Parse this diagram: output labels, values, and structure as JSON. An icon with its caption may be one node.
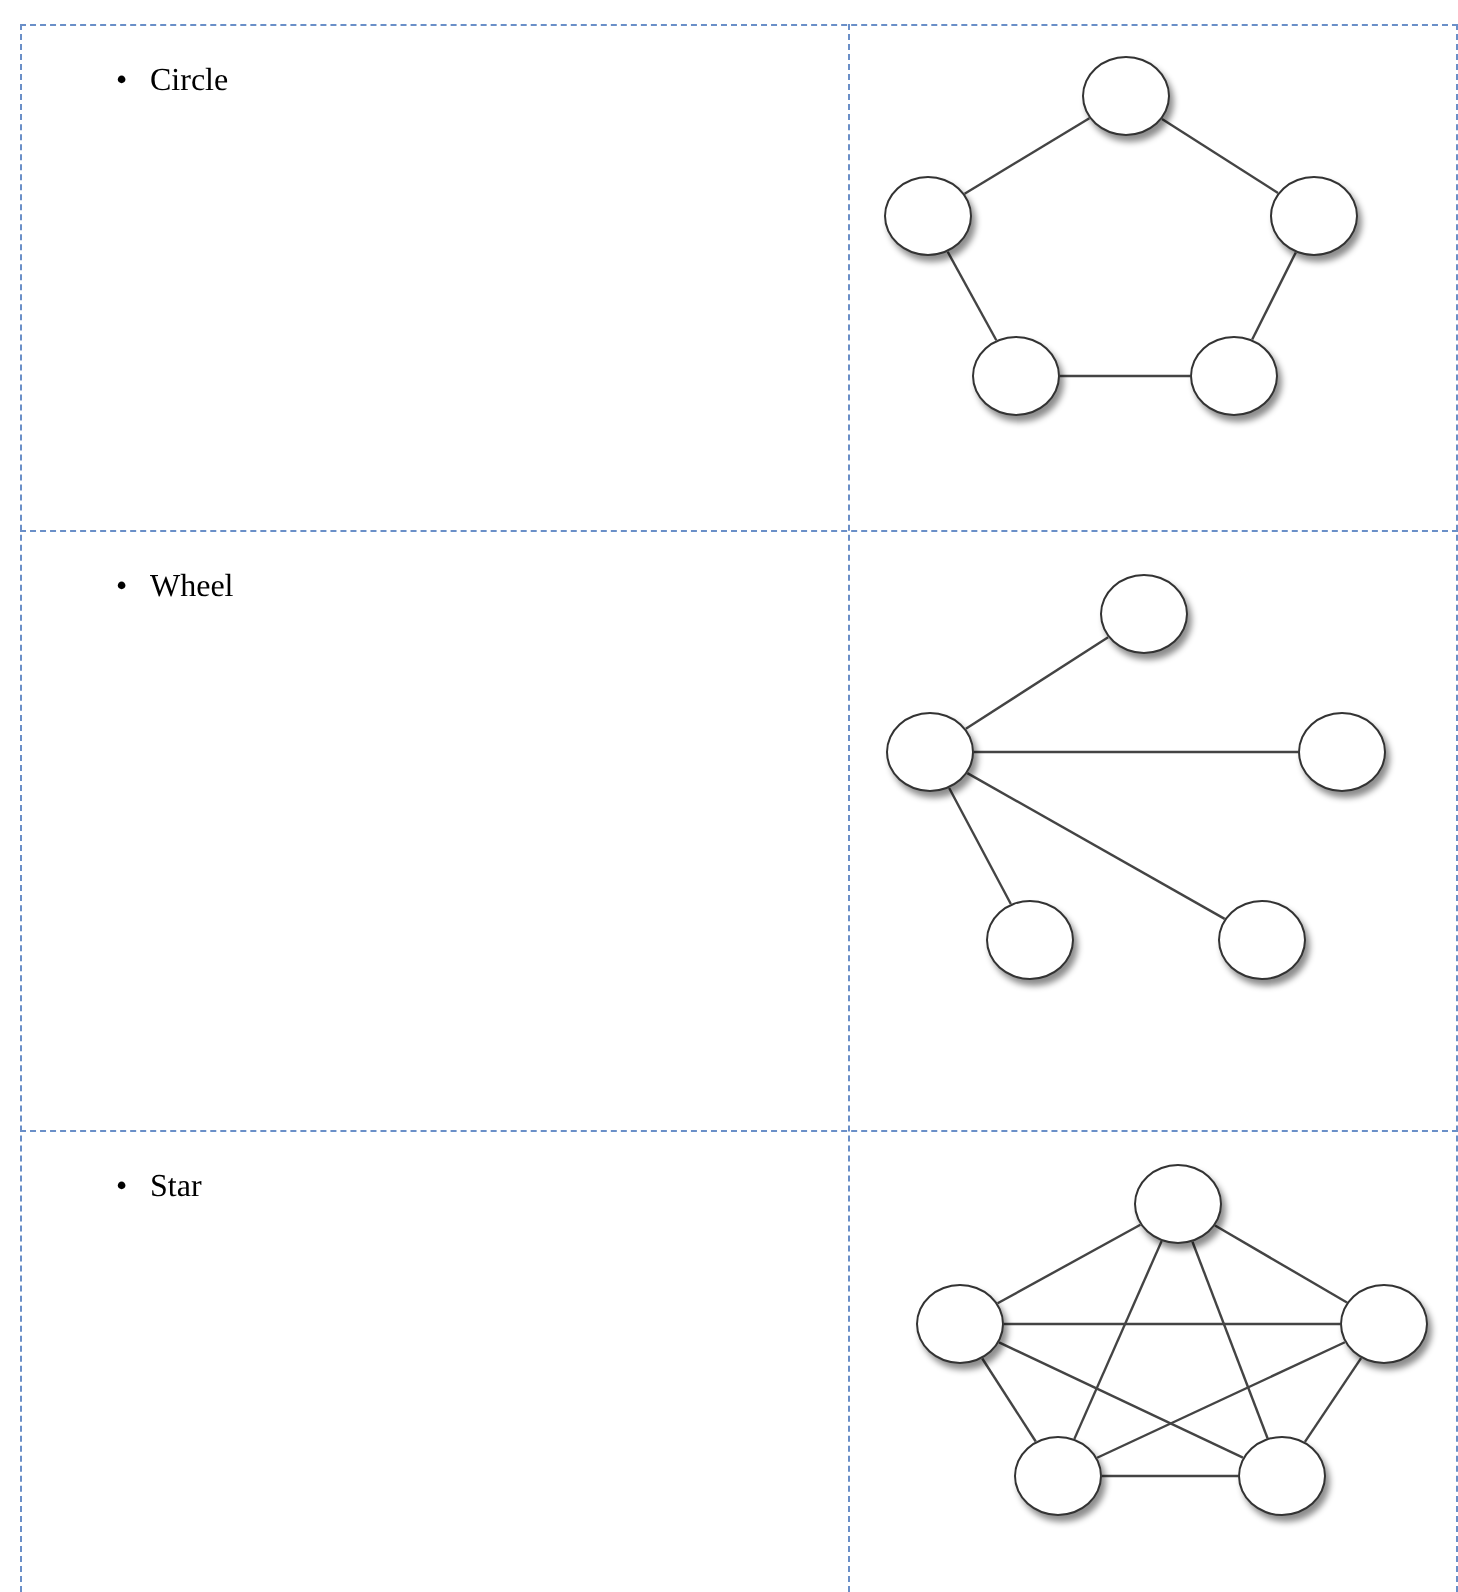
{
  "diagram": {
    "nodes": [
      {
        "text": [],
        "shape": "circle"
      },
      {
        "text": [],
        "shape": "circle"
      },
      {
        "text": [],
        "shape": "circle"
      },
      {
        "text": [],
        "shape": "circle"
      },
      {
        "text": [],
        "shape": "circle"
      },
      {
        "text": [],
        "shape": "circle"
      },
      {
        "text": [],
        "shape": "circle"
      },
      {
        "text": [],
        "shape": "circle"
      },
      {
        "text": [],
        "shape": "circle"
      },
      {
        "text": [],
        "shape": "circle"
      },
      {
        "text": [],
        "shape": "circle"
      },
      {
        "text": [],
        "shape": "circle"
      },
      {
        "text": [],
        "shape": "circle"
      },
      {
        "text": [],
        "shape": "circle"
      },
      {
        "text": [],
        "shape": "circle"
      }
    ],
    "edges": [
      {
        "from": 0,
        "to": 1,
        "arrow": "none"
      },
      {
        "from": 0,
        "to": 2,
        "arrow": "none"
      },
      {
        "from": 1,
        "to": 3,
        "arrow": "none"
      },
      {
        "from": 2,
        "to": 4,
        "arrow": "none"
      },
      {
        "from": 3,
        "to": 4,
        "arrow": "none"
      },
      {
        "from": 6,
        "to": 5,
        "arrow": "none"
      },
      {
        "from": 6,
        "to": 7,
        "arrow": "none"
      },
      {
        "from": 6,
        "to": 8,
        "arrow": "none"
      },
      {
        "from": 6,
        "to": 9,
        "arrow": "none"
      },
      {
        "from": 10,
        "to": 11,
        "arrow": "none"
      },
      {
        "from": 10,
        "to": 12,
        "arrow": "none"
      },
      {
        "from": 10,
        "to": 13,
        "arrow": "none"
      },
      {
        "from": 10,
        "to": 14,
        "arrow": "none"
      },
      {
        "from": 11,
        "to": 12,
        "arrow": "none"
      },
      {
        "from": 11,
        "to": 13,
        "arrow": "none"
      },
      {
        "from": 11,
        "to": 14,
        "arrow": "none"
      },
      {
        "from": 12,
        "to": 13,
        "arrow": "none"
      },
      {
        "from": 12,
        "to": 14,
        "arrow": "none"
      },
      {
        "from": 13,
        "to": 14,
        "arrow": "none"
      }
    ],
    "labels": [
      "•",
      "Circle",
      "•",
      "Wheel",
      "•",
      "Star"
    ]
  }
}
